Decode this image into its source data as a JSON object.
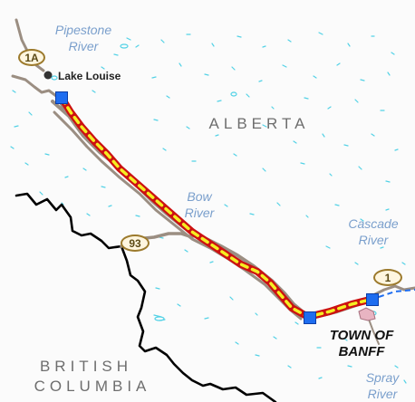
{
  "map": {
    "region_labels": {
      "alberta": "ALBERTA",
      "bc_line1": "BRITISH",
      "bc_line2": "COLUMBIA"
    },
    "water_labels": {
      "pipestone_line1": "Pipestone",
      "pipestone_line2": "River",
      "bow_line1": "Bow",
      "bow_line2": "River",
      "cascade_line1": "Cascade",
      "cascade_line2": "River",
      "spray_line1": "Spray",
      "spray_line2": "River"
    },
    "places": {
      "lake_louise": "Lake Louise",
      "banff_line1": "TOWN OF",
      "banff_line2": "BANFF"
    },
    "highway_shields": {
      "hwy_1a": "1A",
      "hwy_93": "93",
      "hwy_1": "1"
    },
    "colors": {
      "route_outer": "#cc1111",
      "route_inner": "#f5ee22",
      "road": "#9b8e82",
      "border": "#000000",
      "water": "#53d2e6",
      "marker": "#1e6df0",
      "town": "#e8b4c2"
    },
    "icons": {
      "route_endpoints": "square-marker-icon",
      "lake_louise": "filled-circle-icon",
      "highways": "oval-highway-shield-icon"
    }
  }
}
